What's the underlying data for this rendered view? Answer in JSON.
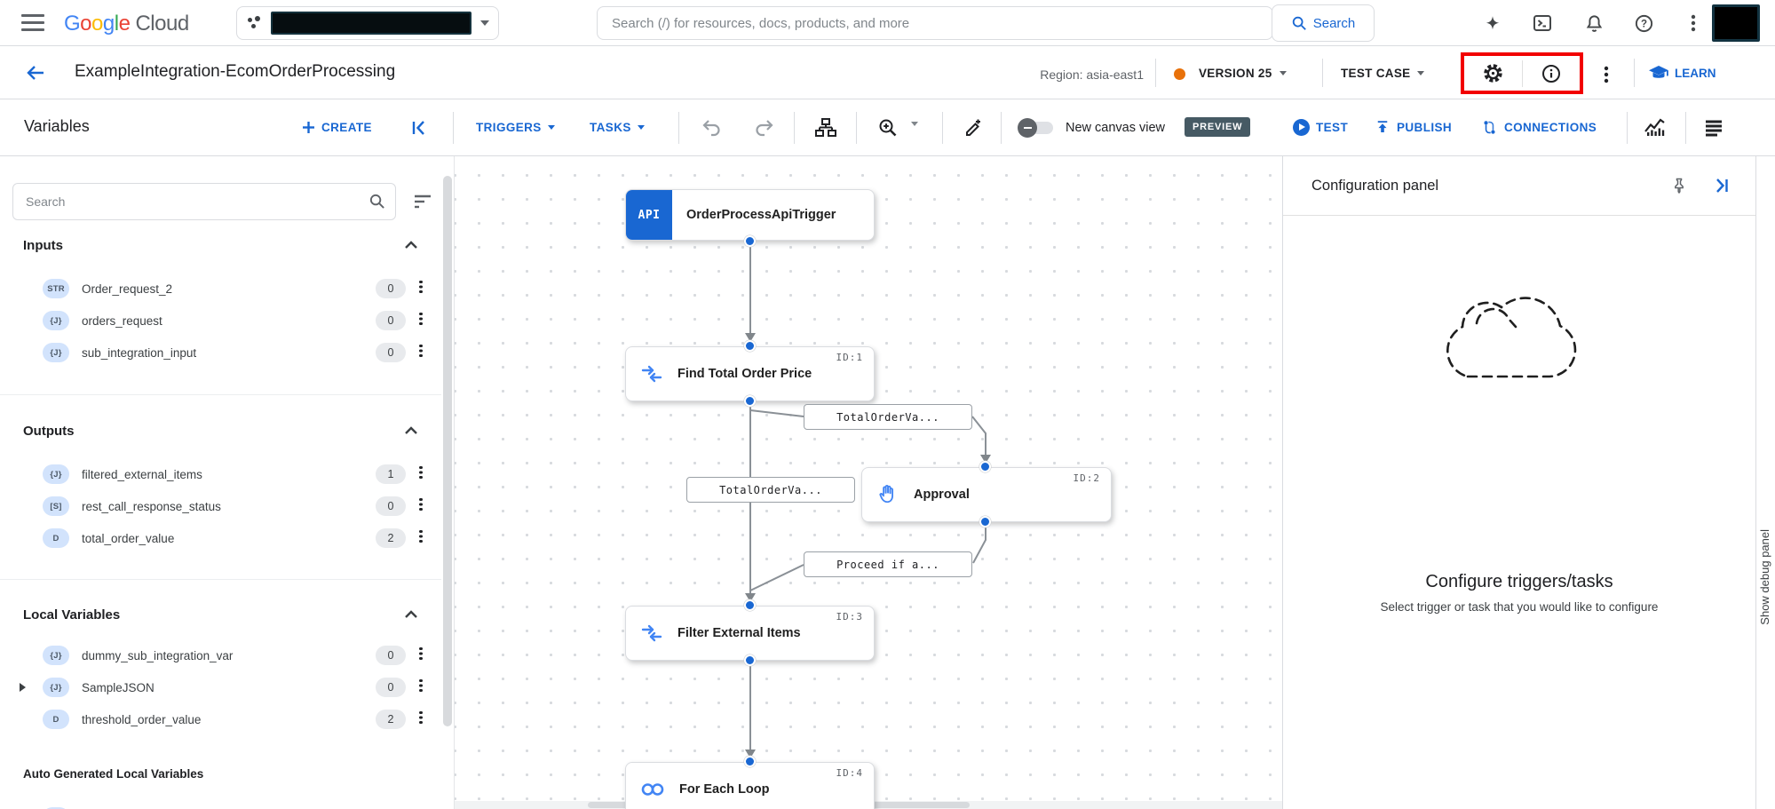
{
  "header": {
    "logo_google": "Google",
    "logo_cloud": "Cloud",
    "search_placeholder": "Search (/) for resources, docs, products, and more",
    "search_button_label": "Search"
  },
  "integration_bar": {
    "title": "ExampleIntegration-EcomOrderProcessing",
    "region_label": "Region: asia-east1",
    "version_label": "VERSION 25",
    "test_case_label": "TEST CASE",
    "learn_label": "LEARN"
  },
  "toolbar": {
    "panel_title": "Variables",
    "create_label": "CREATE",
    "triggers_label": "TRIGGERS",
    "tasks_label": "TASKS",
    "canvas_toggle_label": "New canvas view",
    "preview_badge": "PREVIEW",
    "test_label": "TEST",
    "publish_label": "PUBLISH",
    "connections_label": "CONNECTIONS"
  },
  "sidebar": {
    "search_placeholder": "Search",
    "sections": [
      {
        "title": "Inputs",
        "items": [
          {
            "type": "STR",
            "name": "Order_request_2",
            "count": "0"
          },
          {
            "type": "{J}",
            "name": "orders_request",
            "count": "0"
          },
          {
            "type": "{J}",
            "name": "sub_integration_input",
            "count": "0"
          }
        ]
      },
      {
        "title": "Outputs",
        "items": [
          {
            "type": "{J}",
            "name": "filtered_external_items",
            "count": "1"
          },
          {
            "type": "[S]",
            "name": "rest_call_response_status",
            "count": "0"
          },
          {
            "type": "D",
            "name": "total_order_value",
            "count": "2"
          }
        ]
      },
      {
        "title": "Local Variables",
        "items": [
          {
            "type": "{J}",
            "name": "dummy_sub_integration_var",
            "count": "0"
          },
          {
            "type": "{J}",
            "name": "SampleJSON",
            "count": "0"
          },
          {
            "type": "D",
            "name": "threshold_order_value",
            "count": "2"
          }
        ]
      }
    ],
    "auto_generated_title": "Auto Generated Local Variables"
  },
  "canvas": {
    "nodes": [
      {
        "title": "OrderProcessApiTrigger",
        "badge": "API",
        "id_label": ""
      },
      {
        "title": "Find Total Order Price",
        "id_label": "ID:1"
      },
      {
        "title": "Approval",
        "id_label": "ID:2"
      },
      {
        "title": "Filter External Items",
        "id_label": "ID:3"
      },
      {
        "title": "For Each Loop",
        "id_label": "ID:4"
      }
    ],
    "edge_labels": [
      "TotalOrderVa...",
      "TotalOrderVa...",
      "Proceed if a..."
    ]
  },
  "config_panel": {
    "title": "Configuration panel",
    "empty_heading": "Configure triggers/tasks",
    "empty_subtext": "Select trigger or task that you would like to configure"
  },
  "debug_strip": {
    "label": "Show debug panel"
  },
  "colors": {
    "accent_blue": "#1967d2",
    "node_blue": "#1967d2",
    "version_dot_orange": "#e8710a",
    "highlight_red": "#f20000",
    "preview_chip": "#465a64",
    "badge_bg": "#d2e3fc"
  }
}
